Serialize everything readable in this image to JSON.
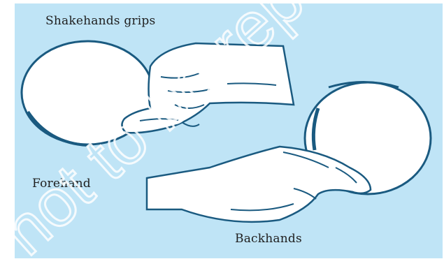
{
  "figure": {
    "title": "Shakehands grips",
    "labels": {
      "forehand": "Forehand",
      "backhands": "Backhands"
    },
    "watermark_text": "not to be republished",
    "colors": {
      "background": "#bfe4f6",
      "line": "#1a5a80",
      "fill": "#ffffff",
      "text": "#1f1f1f"
    }
  }
}
